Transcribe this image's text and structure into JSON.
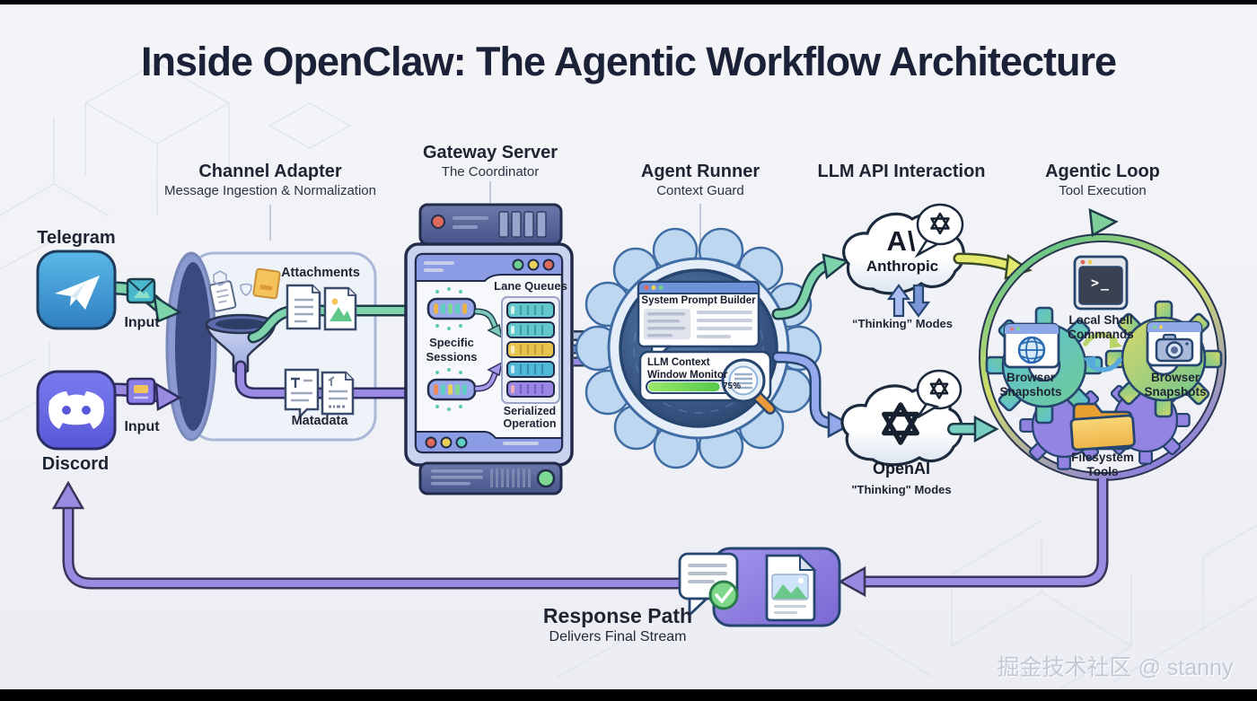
{
  "page": {
    "title": "Inside OpenClaw: The Agentic Workflow Architecture",
    "watermark": "掘金技术社区 @ stanny"
  },
  "channels": {
    "telegram_label": "Telegram",
    "telegram_input_label": "Input",
    "discord_label": "Discord",
    "discord_input_label": "Input"
  },
  "channel_adapter": {
    "title": "Channel Adapter",
    "subtitle": "Message Ingestion & Normalization",
    "attachments_label": "Attachments",
    "metadata_label": "Matadata"
  },
  "gateway_server": {
    "title": "Gateway Server",
    "subtitle": "The Coordinator",
    "lane_queues_label": "Lane Queues",
    "specific_sessions_label": "Specific\nSessions",
    "serialized_operation_label": "Serialized\nOperation"
  },
  "agent_runner": {
    "title": "Agent Runner",
    "subtitle": "Context Guard",
    "prompt_builder_title": "System Prompt Builder",
    "context_monitor_title": "LLM Context\nWindow Monitor",
    "context_usage_percent": "75%",
    "context_usage_value": 75
  },
  "llm_api": {
    "title": "LLM API Interaction",
    "anthropic_logo_text": "A\\",
    "anthropic_label": "Anthropic",
    "anthropic_modes_label": "“Thinking” Modes",
    "openai_label": "OpenAI",
    "openai_modes_label": "\"Thinking\" Modes"
  },
  "agentic_loop": {
    "title": "Agentic Loop",
    "subtitle": "Tool Execution",
    "terminal_glyph": ">_",
    "local_shell_label": "Local Shell\nCommands",
    "browser_snapshots_left_label": "Browser\nSnapshots",
    "browser_snapshots_right_label": "Browser\nSnapshots",
    "filesystem_tools_label": "Filesystem\nTools"
  },
  "response_path": {
    "title": "Response Path",
    "subtitle": "Delivers Final Stream"
  },
  "colors": {
    "flow_green": "#7ed3ab",
    "flow_purple": "#9a8ae2",
    "flow_blue": "#96a8ec",
    "flow_teal": "#7ad0c0",
    "flow_yellow": "#e4ea6e",
    "progress_green": "#6ed05a",
    "telegram_blue": "#3b9bd4",
    "discord_purple": "#6b6be6",
    "loop_top_green": "#5ec08a",
    "loop_right_yellow": "#d8d868",
    "loop_bottom_purple": "#8a7ce0",
    "response_box_purple": "#8a7ae0",
    "folder_orange": "#f0b84a"
  }
}
